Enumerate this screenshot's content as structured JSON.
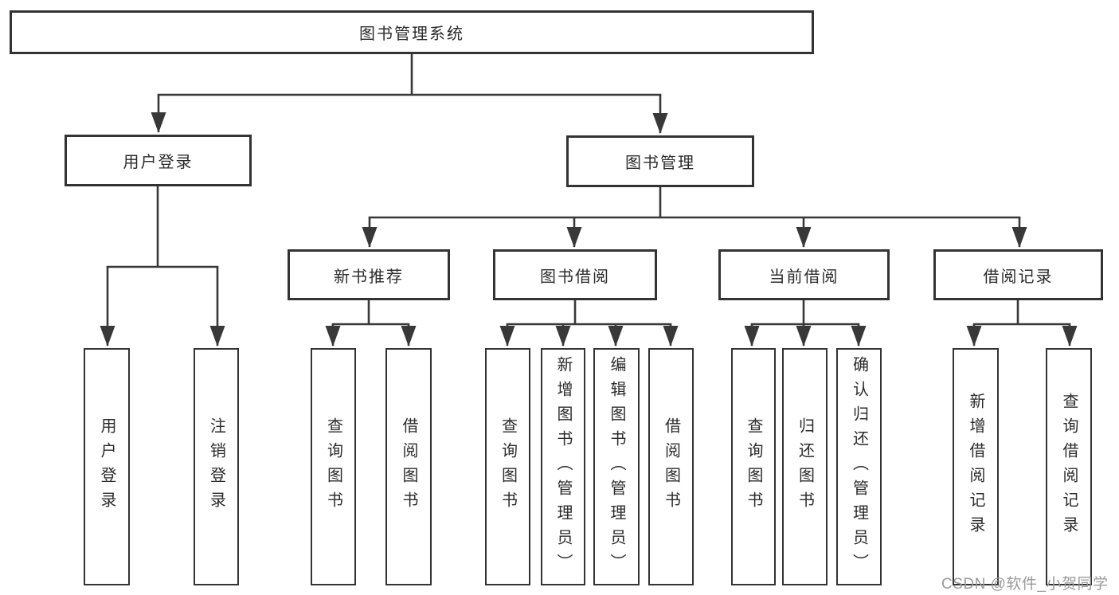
{
  "diagram": {
    "title": "图书管理系统",
    "nodes": {
      "root": "图书管理系统",
      "user_login": "用户登录",
      "book_mgmt": "图书管理",
      "new_book_rec": "新书推荐",
      "book_borrow": "图书借阅",
      "current_borrow": "当前借阅",
      "borrow_record": "借阅记录",
      "leaf_user_login": "用户登录",
      "leaf_logout": "注销登录",
      "leaf_query_book_1": "查询图书",
      "leaf_borrow_book_1": "借阅图书",
      "leaf_query_book_2": "查询图书",
      "leaf_add_book": "新增图书（管理员）",
      "leaf_edit_book": "编辑图书（管理员）",
      "leaf_borrow_book_2": "借阅图书",
      "leaf_query_book_3": "查询图书",
      "leaf_return_book": "归还图书",
      "leaf_confirm_return": "确认归还（管理员）",
      "leaf_add_borrow_record": "新增借阅记录",
      "leaf_query_borrow_record": "查询借阅记录"
    }
  },
  "watermark": {
    "text": "CSDN @软件_小贺同学"
  },
  "colors": {
    "line": "#383838",
    "box_border": "#333333",
    "box_fill": "#ffffff",
    "text": "#2b2b2b",
    "watermark": "#9a9a9a"
  }
}
